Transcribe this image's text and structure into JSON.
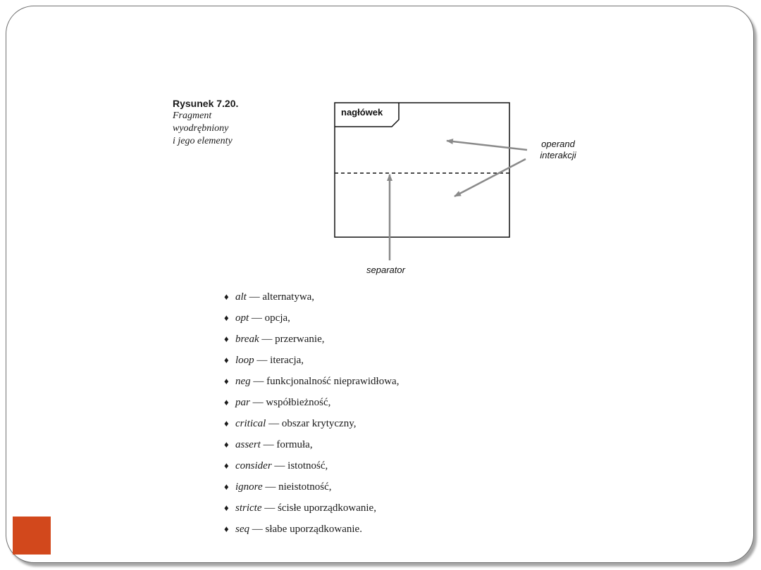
{
  "caption": {
    "title": "Rysunek 7.20.",
    "lines": [
      "Fragment",
      "wyodrębniony",
      "i jego elementy"
    ]
  },
  "diagram": {
    "header_label": "nagłówek",
    "operand_label_line1": "operand",
    "operand_label_line2": "interakcji",
    "separator_label": "separator"
  },
  "bullet_icon": "diamond-bullet-icon",
  "list": [
    {
      "keyword": "alt",
      "dash": "—",
      "text": "alternatywa,"
    },
    {
      "keyword": "opt",
      "dash": "—",
      "text": "opcja,"
    },
    {
      "keyword": "break",
      "dash": "—",
      "text": "przerwanie,"
    },
    {
      "keyword": "loop",
      "dash": "—",
      "text": "iteracja,"
    },
    {
      "keyword": "neg",
      "dash": "—",
      "text": "funkcjonalność nieprawidłowa,"
    },
    {
      "keyword": "par",
      "dash": "—",
      "text": "współbieżność,"
    },
    {
      "keyword": "critical",
      "dash": "—",
      "text": "obszar krytyczny,"
    },
    {
      "keyword": "assert",
      "dash": "—",
      "text": "formuła,"
    },
    {
      "keyword": "consider",
      "dash": "—",
      "text": "istotność,"
    },
    {
      "keyword": "ignore",
      "dash": "—",
      "text": "nieistotność,"
    },
    {
      "keyword": "stricte",
      "dash": "—",
      "text": "ścisłe uporządkowanie,"
    },
    {
      "keyword": "seq",
      "dash": "—",
      "text": "słabe uporządkowanie."
    }
  ],
  "colors": {
    "accent": "#d2481c",
    "arrow": "#8a8a8a"
  }
}
